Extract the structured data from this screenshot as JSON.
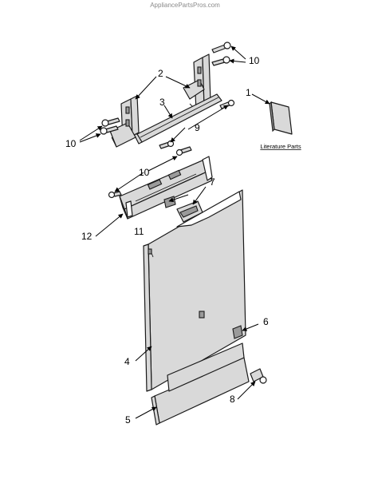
{
  "watermark": "AppliancePartsPros.com",
  "literature_label": "Literature Parts",
  "callouts": {
    "c1": "1",
    "c2": "2",
    "c3": "3",
    "c4": "4",
    "c5": "5",
    "c6": "6",
    "c7": "7",
    "c8": "8",
    "c9": "9",
    "c10a": "10",
    "c10b": "10",
    "c10c": "10",
    "c11": "11",
    "c12": "12"
  }
}
